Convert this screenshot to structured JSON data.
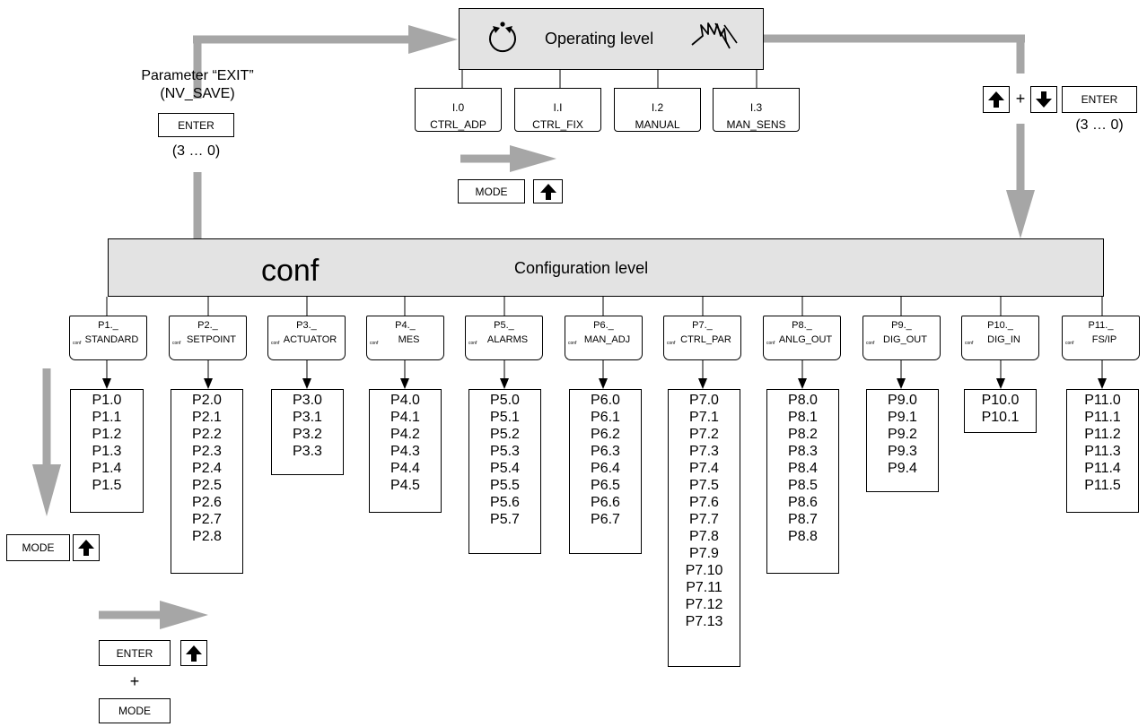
{
  "operating_level": {
    "title": "Operating level",
    "modes": [
      {
        "code": "I.0",
        "name": "CTRL_ADP"
      },
      {
        "code": "I.I",
        "name": "CTRL_FIX"
      },
      {
        "code": "I.2",
        "name": "MANUAL"
      },
      {
        "code": "I.3",
        "name": "MAN_SENS"
      }
    ],
    "switch_key": "MODE"
  },
  "exit_path": {
    "label": "Parameter “EXIT”",
    "sub_label": "(NV_SAVE)",
    "key": "ENTER",
    "countdown": "(3 … 0)"
  },
  "entry_path": {
    "plus": "+",
    "key": "ENTER",
    "countdown": "(3 … 0)"
  },
  "configuration_level": {
    "title": "Configuration level",
    "logo": "conf",
    "conf_mark": "conf",
    "groups": [
      {
        "code": "P1._",
        "name": "STANDARD",
        "params": [
          "P1.0",
          "P1.1",
          "P1.2",
          "P1.3",
          "P1.4",
          "P1.5"
        ]
      },
      {
        "code": "P2._",
        "name": "SETPOINT",
        "params": [
          "P2.0",
          "P2.1",
          "P2.2",
          "P2.3",
          "P2.4",
          "P2.5",
          "P2.6",
          "P2.7",
          "P2.8"
        ]
      },
      {
        "code": "P3._",
        "name": "ACTUATOR",
        "params": [
          "P3.0",
          "P3.1",
          "P3.2",
          "P3.3"
        ]
      },
      {
        "code": "P4._",
        "name": "MES",
        "params": [
          "P4.0",
          "P4.1",
          "P4.2",
          "P4.3",
          "P4.4",
          "P4.5"
        ]
      },
      {
        "code": "P5._",
        "name": "ALARMS",
        "params": [
          "P5.0",
          "P5.1",
          "P5.2",
          "P5.3",
          "P5.4",
          "P5.5",
          "P5.6",
          "P5.7"
        ]
      },
      {
        "code": "P6._",
        "name": "MAN_ADJ",
        "params": [
          "P6.0",
          "P6.1",
          "P6.2",
          "P6.3",
          "P6.4",
          "P6.5",
          "P6.6",
          "P6.7"
        ]
      },
      {
        "code": "P7._",
        "name": "CTRL_PAR",
        "params": [
          "P7.0",
          "P7.1",
          "P7.2",
          "P7.3",
          "P7.4",
          "P7.5",
          "P7.6",
          "P7.7",
          "P7.8",
          "P7.9",
          "P7.10",
          "P7.11",
          "P7.12",
          "P7.13"
        ]
      },
      {
        "code": "P8._",
        "name": "ANLG_OUT",
        "params": [
          "P8.0",
          "P8.1",
          "P8.2",
          "P8.3",
          "P8.4",
          "P8.5",
          "P8.6",
          "P8.7",
          "P8.8"
        ]
      },
      {
        "code": "P9._",
        "name": "DIG_OUT",
        "params": [
          "P9.0",
          "P9.1",
          "P9.2",
          "P9.3",
          "P9.4"
        ]
      },
      {
        "code": "P10._",
        "name": "DIG_IN",
        "params": [
          "P10.0",
          "P10.1"
        ]
      },
      {
        "code": "P11._",
        "name": "FS/IP",
        "params": [
          "P11.0",
          "P11.1",
          "P11.2",
          "P11.3",
          "P11.4",
          "P11.5"
        ]
      }
    ]
  },
  "param_navigation": {
    "key": "MODE"
  },
  "group_navigation": {
    "key1": "ENTER",
    "plus": "+",
    "key2": "MODE"
  },
  "colors": {
    "level_fill": "#e3e3e3",
    "flow_arrow": "#a6a6a6",
    "outline": "#000000"
  },
  "icons": [
    "rotate-ccw-icon",
    "hand-icon",
    "arrow-up-key-icon",
    "arrow-down-key-icon",
    "flow-arrow-right-icon",
    "flow-arrow-down-icon"
  ]
}
